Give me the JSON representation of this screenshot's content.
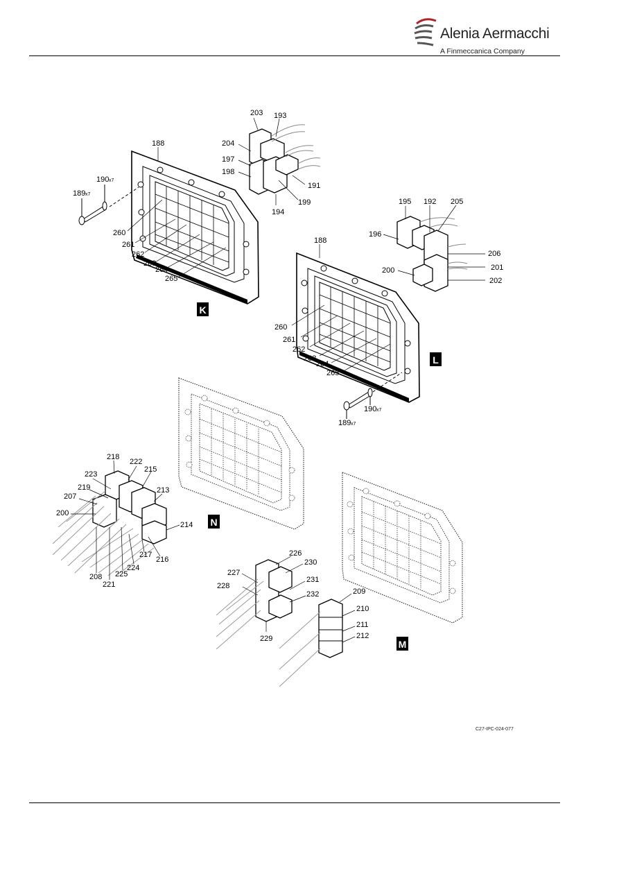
{
  "header": {
    "brand_name": "Alenia Aermacchi",
    "brand_subtitle": "A Finmeccanica Company"
  },
  "figure": {
    "views": [
      "K",
      "L",
      "N",
      "M"
    ],
    "drawing_reference": "C27-IPC-024-077",
    "view_k": {
      "grommet": "188",
      "screw": "189",
      "screw_qty": "x7",
      "washer": "190",
      "washer_qty": "x7",
      "plugs": [
        "203",
        "193",
        "204",
        "197",
        "198",
        "191",
        "199",
        "194"
      ],
      "contacts": [
        "260",
        "261",
        "262",
        "263",
        "264",
        "265"
      ]
    },
    "view_l": {
      "grommet": "188",
      "screw": "189",
      "screw_qty": "x7",
      "washer": "190",
      "washer_qty": "x7",
      "plugs": [
        "195",
        "192",
        "205",
        "196",
        "206",
        "200",
        "201",
        "202"
      ],
      "contacts": [
        "260",
        "261",
        "262",
        "263",
        "264",
        "265"
      ]
    },
    "view_n": {
      "plugs": [
        "218",
        "222",
        "215",
        "223",
        "219",
        "213",
        "207",
        "200",
        "214",
        "217",
        "216",
        "224",
        "225",
        "221",
        "208"
      ]
    },
    "view_m": {
      "plugs": [
        "226",
        "230",
        "227",
        "231",
        "228",
        "232",
        "229",
        "209",
        "210",
        "211",
        "212"
      ]
    }
  }
}
